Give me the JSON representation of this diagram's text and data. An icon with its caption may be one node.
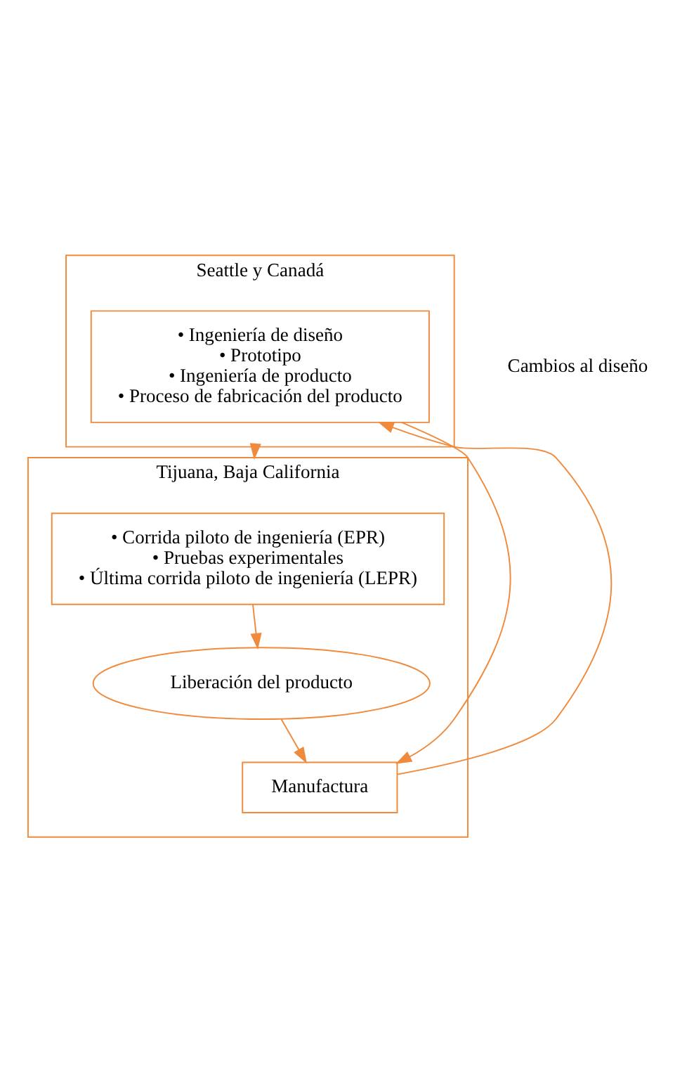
{
  "diagram": {
    "nodes": [
      {
        "text": [
          "Seattle y Canadá"
        ]
      },
      {
        "text": [
          "• Ingeniería de diseño",
          "• Prototipo",
          "• Ingeniería de producto",
          "• Proceso de fabricación del producto"
        ],
        "in": 0
      },
      {
        "text": [
          "Tijuana, Baja California"
        ]
      },
      {
        "text": [
          "• Corrida piloto de ingeniería (EPR)",
          "• Pruebas experimentales",
          "• Última corrida piloto de ingeniería (LEPR)"
        ],
        "in": 2
      },
      {
        "text": [
          "Liberación del producto"
        ],
        "in": 2
      },
      {
        "text": [
          "Manufactura"
        ],
        "in": 2
      }
    ],
    "edges": [
      {
        "from": 0,
        "to": 2,
        "arrow": "to"
      },
      {
        "from": 3,
        "to": 4,
        "arrow": "to"
      },
      {
        "from": 4,
        "to": 5,
        "arrow": "to"
      },
      {
        "from": 5,
        "to": 1,
        "arrow": "to"
      },
      {
        "from": 1,
        "to": 5,
        "arrow": "to"
      }
    ],
    "labels": [
      "Cambios al diseño"
    ]
  }
}
